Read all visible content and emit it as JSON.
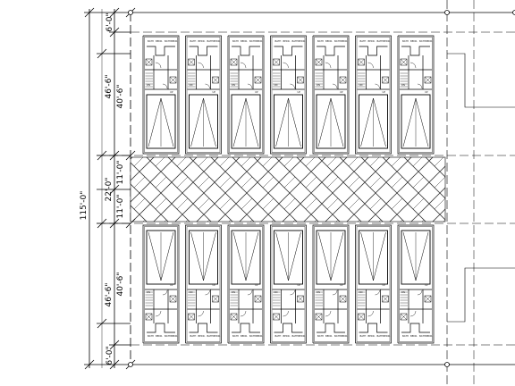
{
  "drawing": {
    "dimensions": {
      "overall": "115'-0\"",
      "top_setback": "6'-0\"",
      "bottom_setback": "6'-0\"",
      "north_block_outer": "46'-6\"",
      "north_block_inner": "40'-6\"",
      "south_block_outer": "46'-6\"",
      "south_block_inner": "40'-6\"",
      "driveway_total": "22'-0\"",
      "driveway_half_north": "11'-0\"",
      "driveway_half_south": "11'-0\""
    },
    "unit_count_per_row": 7,
    "unit_room_labels": [
      "BATH",
      "BEDR.",
      "BATH",
      "BEDR."
    ],
    "unit_small_labels": [
      "DN",
      "UP"
    ]
  }
}
